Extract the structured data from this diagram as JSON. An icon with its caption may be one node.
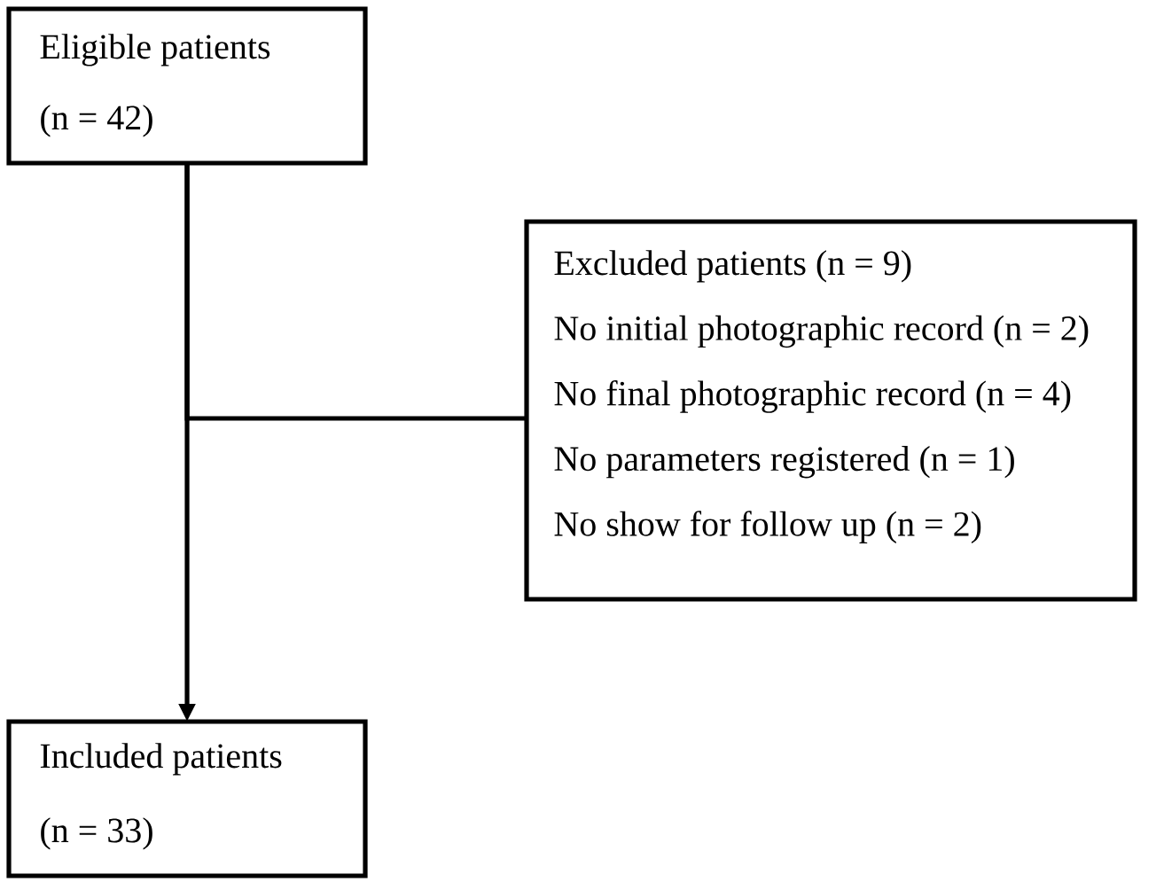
{
  "diagram": {
    "nodes": [
      {
        "text": [
          "Eligible patients",
          "(n = 42)"
        ]
      },
      {
        "text": [
          "Excluded patients (n = 9)",
          "No initial photographic record (n = 2)",
          "No final photographic record (n = 4)",
          "No parameters registered (n = 1)",
          "No show for follow up (n = 2)"
        ]
      },
      {
        "text": [
          "Included patients",
          "(n = 33)"
        ]
      }
    ],
    "edges": [
      {
        "from": 0,
        "to": 2,
        "arrow": "to"
      },
      {
        "from": 0,
        "to": 1,
        "arrow": "none"
      }
    ]
  }
}
